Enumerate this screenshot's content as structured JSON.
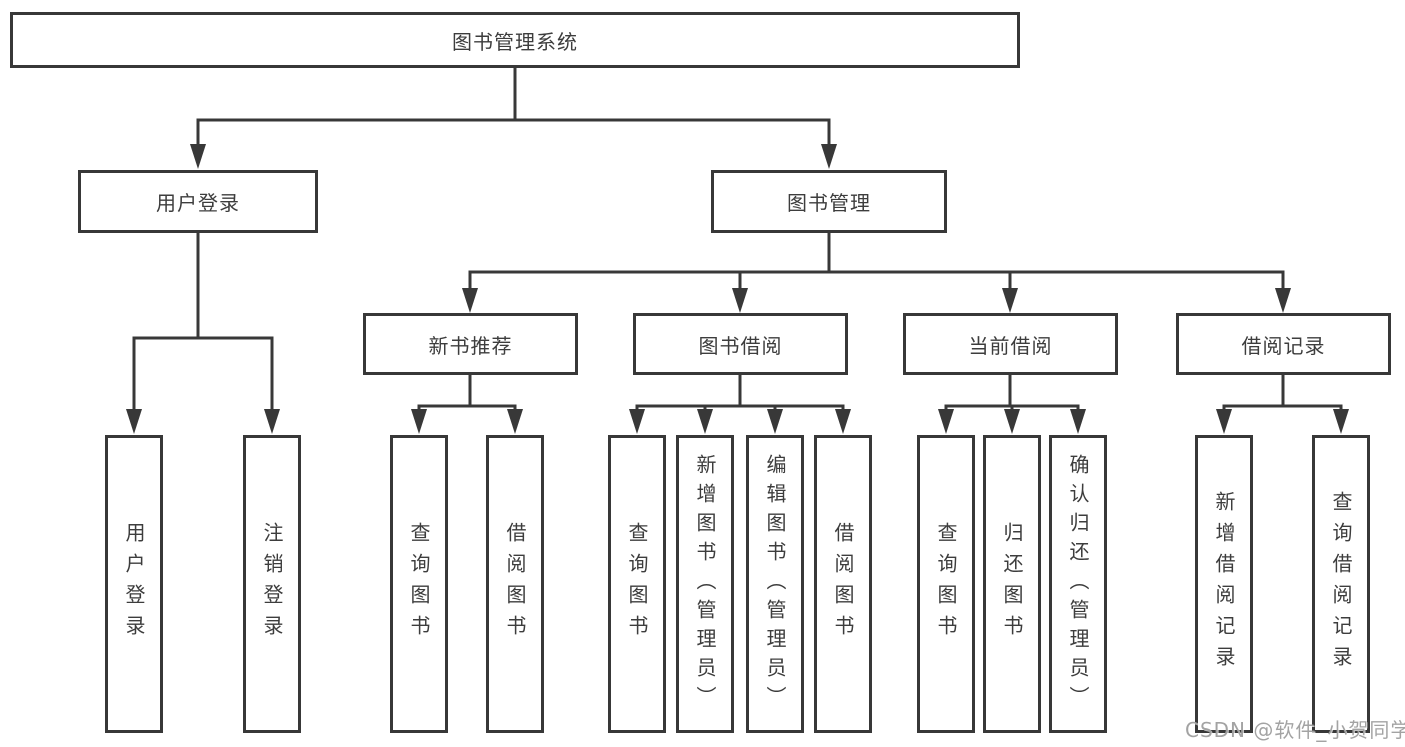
{
  "diagram": {
    "title": "图书管理系统",
    "colors": {
      "line": "#383838",
      "box_bg": "#ffffff",
      "text": "#3d3d3d",
      "watermark": "#9e9e9e"
    },
    "nodes": {
      "root": {
        "label": "图书管理系统"
      },
      "user_login": {
        "label": "用户登录"
      },
      "book_mgmt": {
        "label": "图书管理"
      },
      "new_book_rec": {
        "label": "新书推荐"
      },
      "book_borrow": {
        "label": "图书借阅"
      },
      "current_borrow": {
        "label": "当前借阅"
      },
      "borrow_record": {
        "label": "借阅记录"
      },
      "leaf_user_login": {
        "label": "用户登录"
      },
      "leaf_logout": {
        "label": "注销登录"
      },
      "leaf_query_books_rec": {
        "label": "查询图书"
      },
      "leaf_borrow_books_rec": {
        "label": "借阅图书"
      },
      "leaf_query_books_borrow": {
        "label": "查询图书"
      },
      "leaf_add_books_admin": {
        "label": "新增图书（管理员）"
      },
      "leaf_edit_books_admin": {
        "label": "编辑图书（管理员）"
      },
      "leaf_borrow_books": {
        "label": "借阅图书"
      },
      "leaf_query_books_current": {
        "label": "查询图书"
      },
      "leaf_return_books": {
        "label": "归还图书"
      },
      "leaf_confirm_return_admin": {
        "label": "确认归还（管理员）"
      },
      "leaf_add_borrow_record": {
        "label": "新增借阅记录"
      },
      "leaf_query_borrow_record": {
        "label": "查询借阅记录"
      }
    }
  },
  "watermark": {
    "text": "CSDN @软件_小贺同学"
  }
}
